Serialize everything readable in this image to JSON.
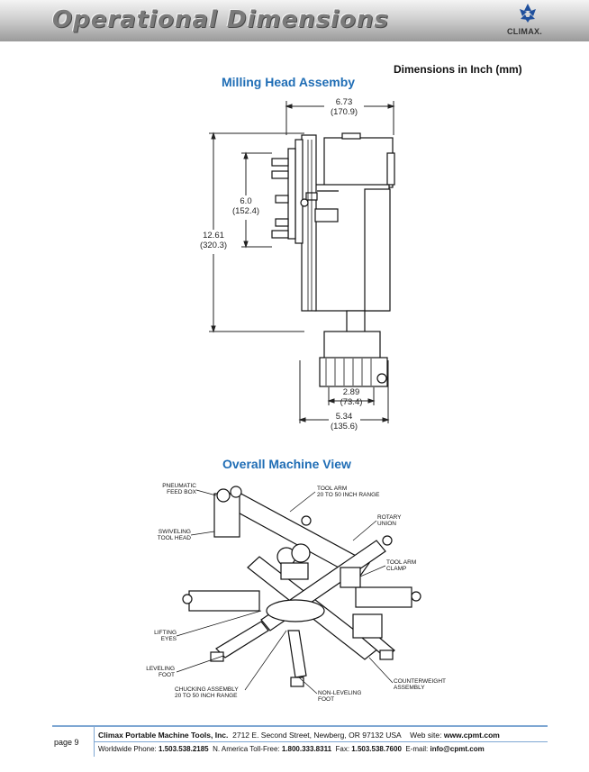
{
  "header": {
    "title": "Operational Dimensions",
    "logo_text": "CLIMAX."
  },
  "units_label": "Dimensions in Inch (mm)",
  "milling": {
    "title": "Milling Head Assemby",
    "dim_width": [
      "6.73",
      "(170.9)"
    ],
    "dim_mid": [
      "6.0",
      "(152.4)"
    ],
    "dim_height": [
      "12.61",
      "(320.3)"
    ],
    "dim_small": [
      "2.89",
      "(73.4)"
    ],
    "dim_bottom": [
      "5.34",
      "(135.6)"
    ]
  },
  "overall": {
    "title": "Overall Machine View",
    "callouts": {
      "pneumatic": [
        "PNEUMATIC",
        "FEED BOX"
      ],
      "tool_arm": [
        "TOOL ARM",
        "20 TO 50 INCH RANGE"
      ],
      "rotary": [
        "ROTARY",
        "UNION"
      ],
      "swivel": [
        "SWIVELING",
        "TOOL HEAD"
      ],
      "clamp": [
        "TOOL ARM",
        "CLAMP"
      ],
      "lifting": [
        "LIFTING",
        "EYES"
      ],
      "leveling": [
        "LEVELING",
        "FOOT"
      ],
      "chucking": [
        "CHUCKING ASSEMBLY",
        "20 TO 50 INCH RANGE"
      ],
      "nonlevel": [
        "NON-LEVELING",
        "FOOT"
      ],
      "counter": [
        "COUNTERWEIGHT",
        "ASSEMBLY"
      ]
    }
  },
  "footer": {
    "page": "page 9",
    "company": "Climax Portable Machine Tools, Inc.",
    "address": "2712 E. Second Street, Newberg, OR 97132 USA",
    "web_label": "Web site:",
    "web": "www.cpmt.com",
    "ww_label": "Worldwide Phone:",
    "ww_phone": "1.503.538.2185",
    "na_label": "N. America Toll-Free:",
    "na_phone": "1.800.333.8311",
    "fax_label": "Fax:",
    "fax": "1.503.538.7600",
    "email_label": "E-mail:",
    "email": "info@cpmt.com"
  }
}
